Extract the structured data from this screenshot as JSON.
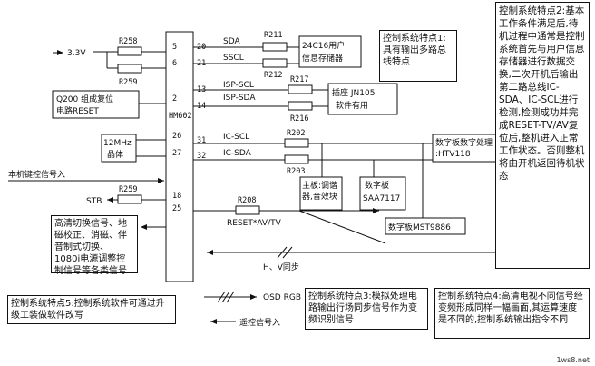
{
  "ic": {
    "name": "HM602"
  },
  "supply": {
    "voltage": "3.3V",
    "r1": "R258",
    "r2": "R259",
    "pin_a": "5",
    "pin_b": "6"
  },
  "reset_source": {
    "label_line1": "Q200 组成复位",
    "label_line2": "电路RESET",
    "pin": "2"
  },
  "crystal": {
    "label_line1": "12MHz",
    "label_line2": "晶体",
    "pin_a": "26",
    "pin_b": "27"
  },
  "key_input": {
    "label": "本机键控信号入"
  },
  "stb": {
    "label": "STB",
    "resistor": "R259",
    "pin": "18"
  },
  "output_box": {
    "text": "高清切换信号、地磁校正、消磁、伴音制式切换、1080i电源调整控制信号等各类信号"
  },
  "bus_main": {
    "pin_sda": "20",
    "pin_scl": "21",
    "sda_label": "SDA",
    "scl_label": "SSCL",
    "r_sda": "R211",
    "r_scl": "R212",
    "target": "24C16用户信息存储器"
  },
  "bus_isp": {
    "pin_scl": "13",
    "pin_sda": "14",
    "scl_label": "ISP-SCL",
    "sda_label": "ISP-SDA",
    "r_scl": "R217",
    "r_sda": "R216",
    "target_line1": "插座 JN105",
    "target_line2": "软件有用"
  },
  "bus_ic": {
    "pin_scl": "31",
    "pin_sda": "32",
    "scl_label": "IC-SCL",
    "sda_label": "IC-SDA",
    "r_scl": "R202",
    "r_sda": "R203",
    "processor": "数字板数字处理:HTV118",
    "mainboard": "主板:调谐器,音效块",
    "saa": "数字板SAA7117",
    "mst": "数字板MST9886"
  },
  "reset_out": {
    "pin": "25",
    "resistor": "R208",
    "label": "RESET*AV/TV"
  },
  "hv_sync": {
    "label": "H、V同步"
  },
  "osd": {
    "label": "OSD RGB"
  },
  "remote": {
    "label": "遥控信号入"
  },
  "notes": {
    "n1": "控制系统特点1:具有输出多路总线特点",
    "n2": "控制系统特点2:基本工作条件满足后,待机过程中通常是控制系统首先与用户信息存储器进行数据交换,二次开机后输出第二路总线IC-SDA、IC-SCL进行检测,检测成功并完成RESET-TV/AV复位后,整机进入正常工作状态。否则整机将由开机返回待机状态",
    "n3": "控制系统特点3:模拟处理电路输出行场同步信号作为变频识别信号",
    "n4": "控制系统特点4:高清电视不同信号经变频形成同样一幅画面,其运算速度是不同的,控制系统输出指令不同",
    "n5": "控制系统特点5:控制系统软件可通过升级工装做软件改写"
  },
  "watermark": "1ws8.net"
}
